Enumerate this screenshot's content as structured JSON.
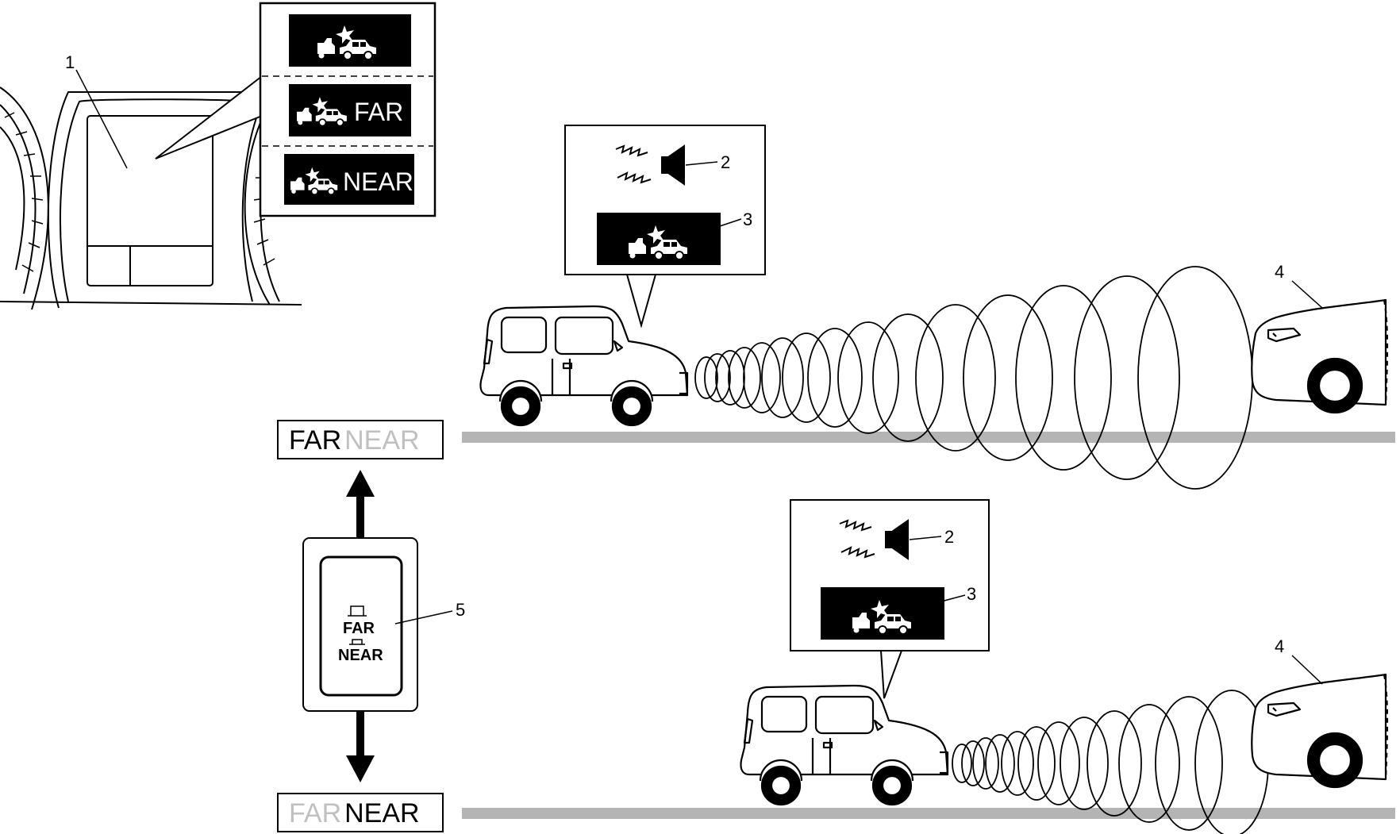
{
  "callouts": {
    "meter_display": "1",
    "buzzer": "2",
    "warning_indicator": "3",
    "vehicle_ahead": "4",
    "distance_switch": "5"
  },
  "indicator_variants": {
    "standard": "",
    "far": "FAR",
    "near": "NEAR"
  },
  "switch": {
    "far_label": "FAR",
    "near_label": "NEAR"
  },
  "setting_boxes": {
    "top": {
      "far": "FAR",
      "near": "NEAR",
      "active": "far"
    },
    "bottom": {
      "far": "FAR",
      "near": "NEAR",
      "active": "near"
    }
  },
  "colors": {
    "active_text": "#000000",
    "inactive_text": "#c0c0c0",
    "road": "#b4b4b4",
    "icon_bg": "#000000"
  }
}
